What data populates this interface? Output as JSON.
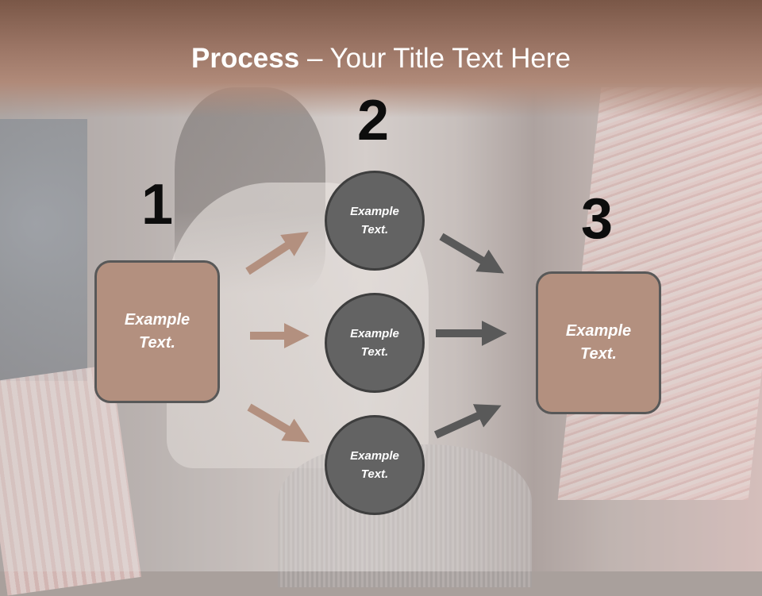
{
  "slide": {
    "title_bold": "Process",
    "title_rest": " – Your Title Text Here"
  },
  "numbers": {
    "step1": "1",
    "step2": "2",
    "step3": "3"
  },
  "boxes": {
    "left": [
      "Example",
      "Text."
    ],
    "right": [
      "Example",
      "Text."
    ]
  },
  "circles": [
    {
      "line1": "Example",
      "line2": "Text."
    },
    {
      "line1": "Example",
      "line2": "Text."
    },
    {
      "line1": "Example",
      "line2": "Text."
    }
  ],
  "colors": {
    "title_band": "#9b7565",
    "box_fill": "#b3907f",
    "circle_fill": "#636363",
    "arrow_left": "#b3907f",
    "arrow_right": "#595959"
  }
}
